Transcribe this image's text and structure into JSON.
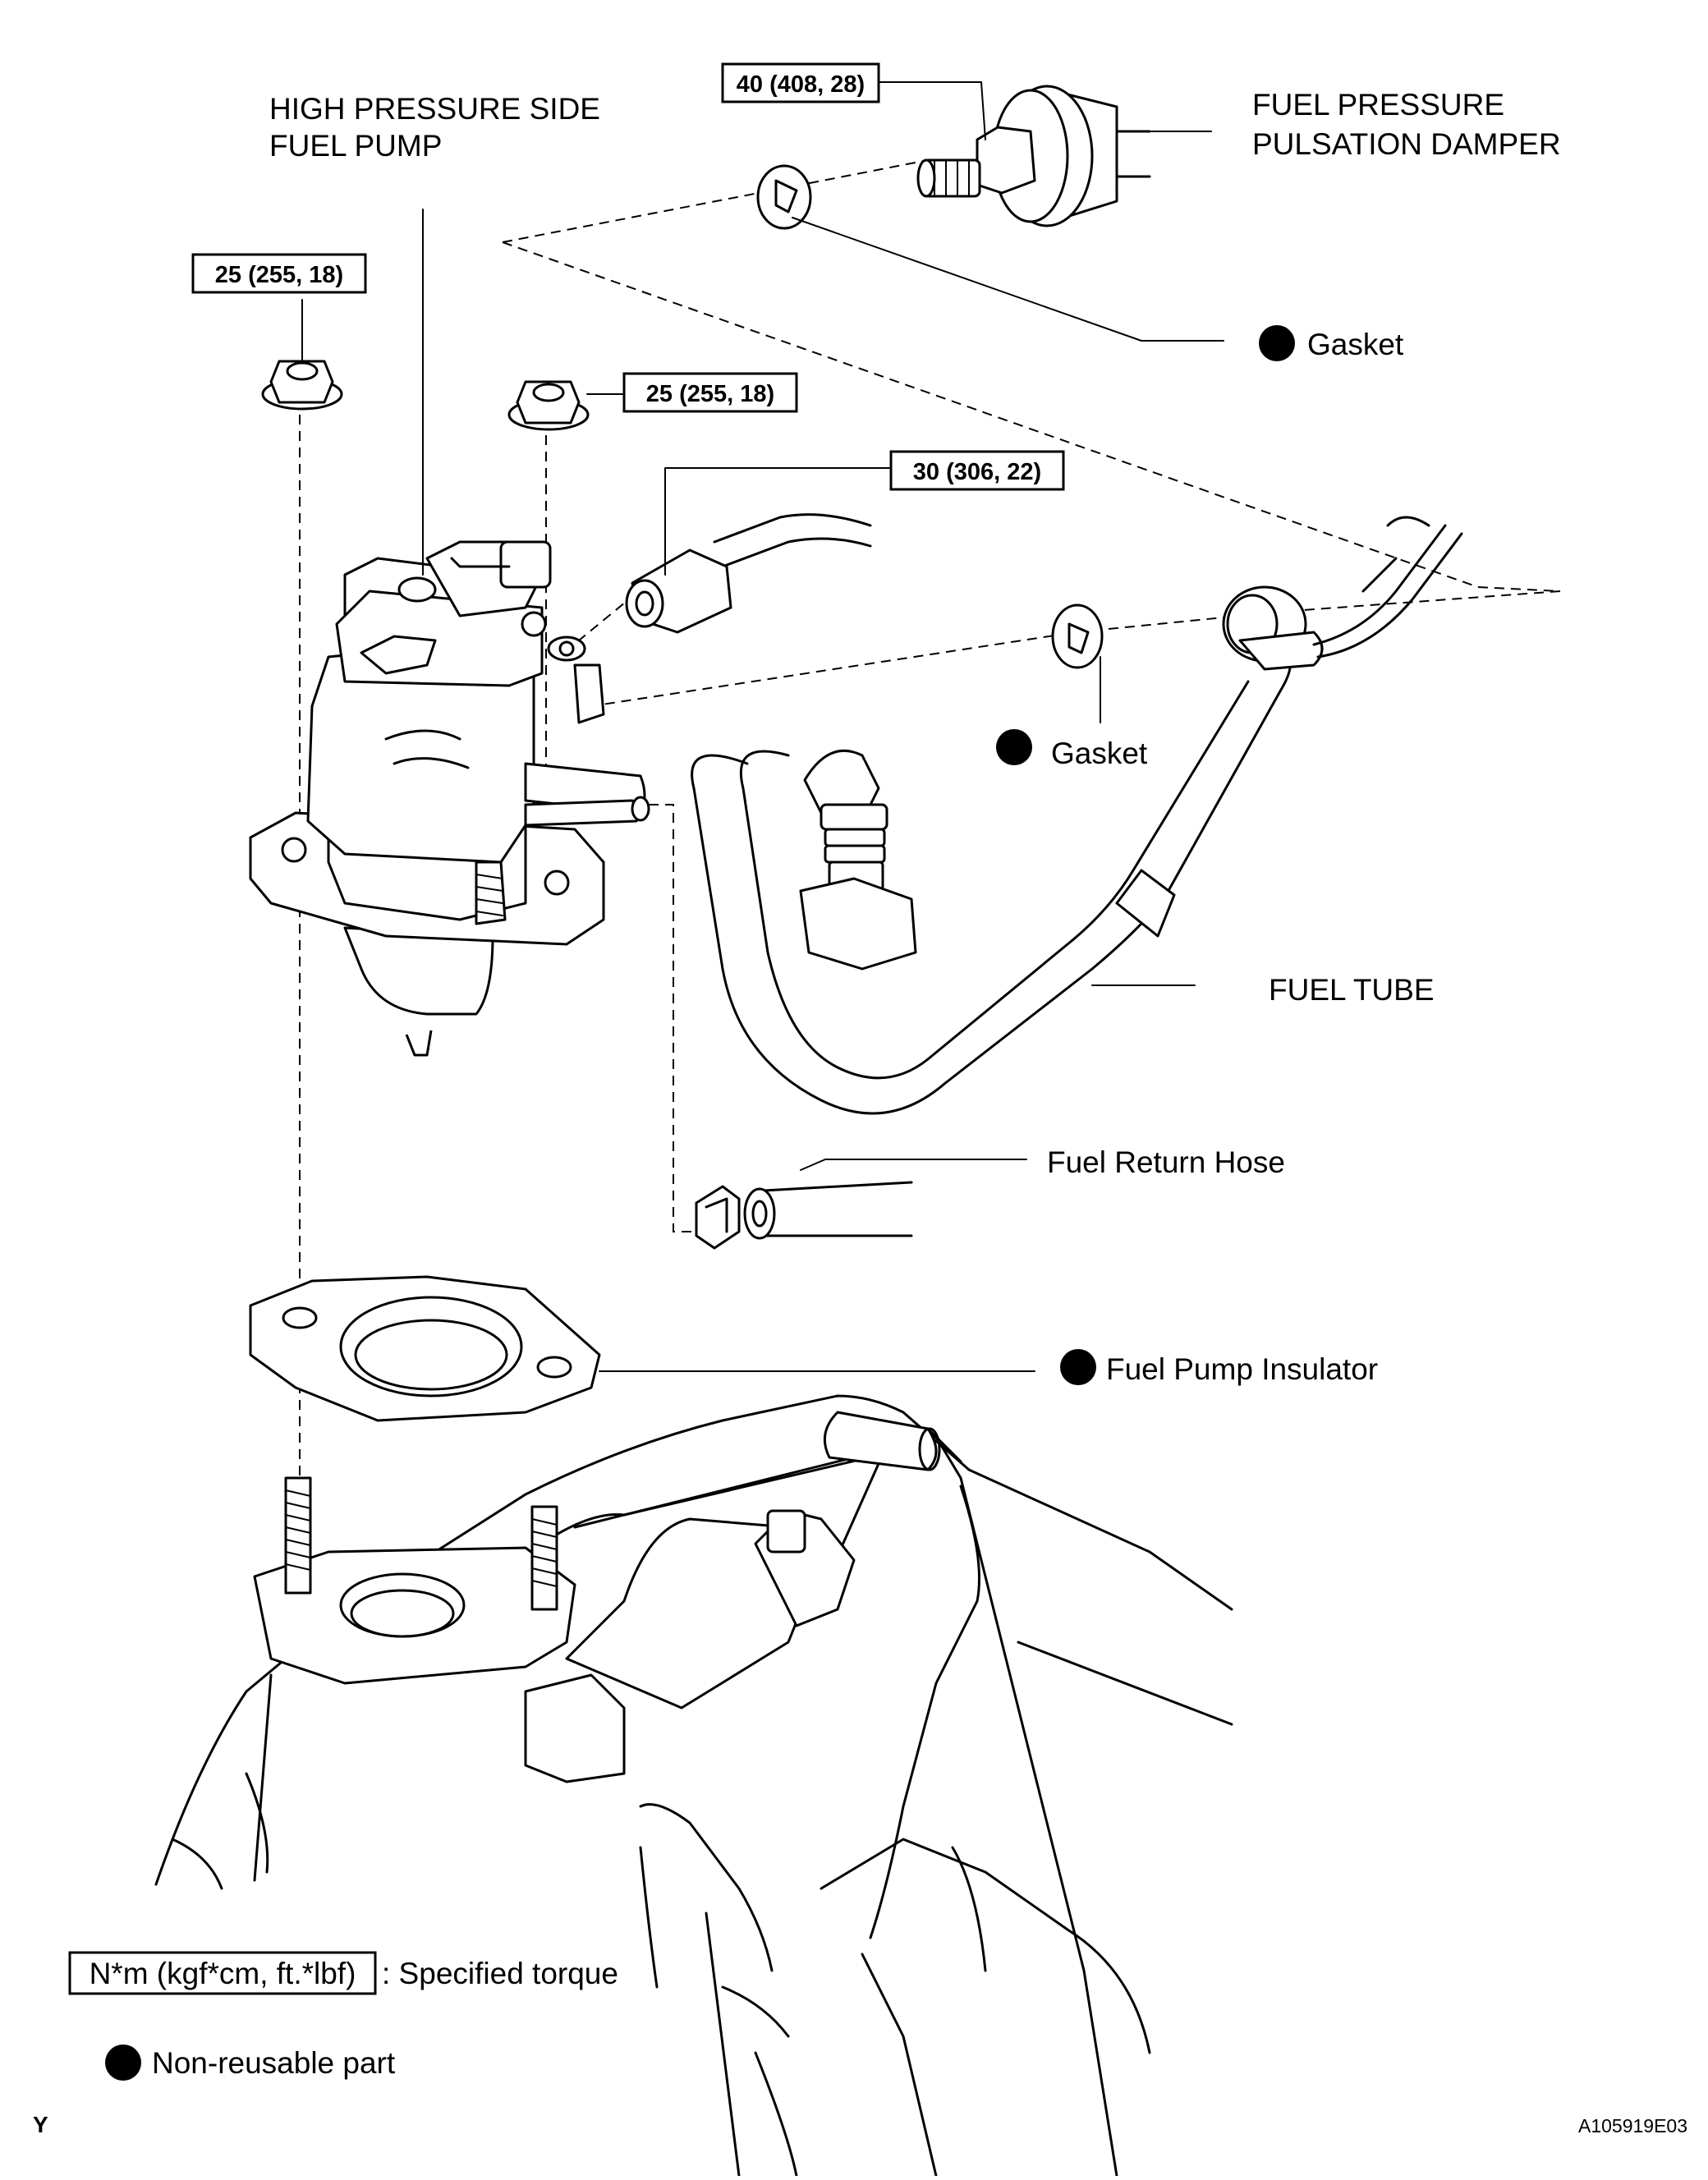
{
  "labels": {
    "hp_pump_line1": "HIGH PRESSURE SIDE",
    "hp_pump_line2": "FUEL PUMP",
    "damper_line1": "FUEL PRESSURE",
    "damper_line2": "PULSATION DAMPER",
    "gasket_top": "Gasket",
    "gasket_mid": "Gasket",
    "fuel_tube": "FUEL TUBE",
    "fuel_return_hose": "Fuel Return Hose",
    "fuel_pump_insulator": "Fuel Pump Insulator"
  },
  "torques": {
    "damper": "40 (408, 28)",
    "nut_left": "25 (255, 18)",
    "nut_right": "25 (255, 18)",
    "union": "30 (306, 22)"
  },
  "legend": {
    "torque_unit": "N*m (kgf*cm, ft.*lbf)",
    "torque_text": ": Specified torque",
    "non_reusable": "Non-reusable part"
  },
  "footer": {
    "corner_mark": "Y",
    "figure_code": "A105919E03"
  }
}
